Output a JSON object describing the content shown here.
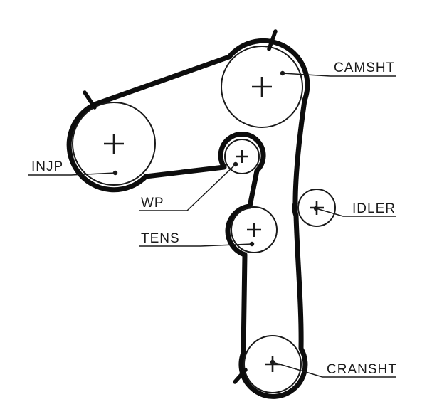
{
  "diagram": {
    "type": "timing-belt-routing",
    "labels": {
      "camshaft": "CAMSHT",
      "injection_pump": "INJP",
      "water_pump": "WP",
      "tensioner": "TENS",
      "idler": "IDLER",
      "crankshaft": "CRANSHT"
    },
    "components": [
      {
        "name": "camshaft-pulley",
        "label": "CAMSHT",
        "size": "large"
      },
      {
        "name": "injection-pump-pulley",
        "label": "INJP",
        "size": "large"
      },
      {
        "name": "water-pump-pulley",
        "label": "WP",
        "size": "small"
      },
      {
        "name": "tensioner-pulley",
        "label": "TENS",
        "size": "medium"
      },
      {
        "name": "idler-pulley",
        "label": "IDLER",
        "size": "small"
      },
      {
        "name": "crankshaft-pulley",
        "label": "CRANSHT",
        "size": "medium"
      }
    ],
    "colors": {
      "line": "#1a1a1a",
      "belt": "#0d0d0d",
      "background": "#ffffff"
    }
  }
}
